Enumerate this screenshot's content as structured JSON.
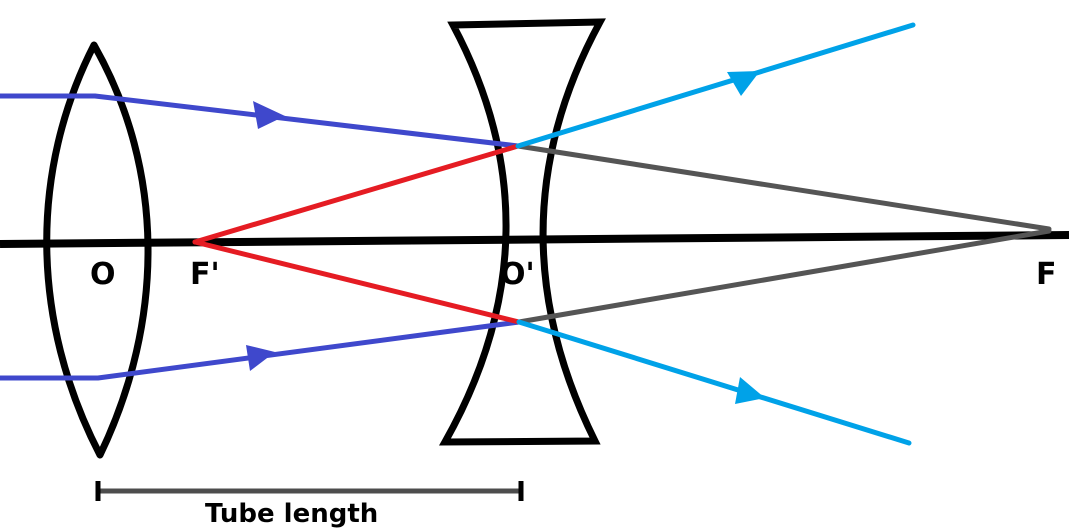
{
  "labels": {
    "objective_center": "O",
    "objective_focus": "F'",
    "eyepiece_center": "O'",
    "eyepiece_focus": "F",
    "tube_length": "Tube length"
  },
  "colors": {
    "lens_outline": "#000000",
    "optical_axis": "#000000",
    "incident_ray": "#3f48cc",
    "converging_ray": "#e51c23",
    "emergent_ray": "#00a2e8",
    "virtual_extension": "#555555",
    "tube_length_bar": "#4d4d4d"
  }
}
